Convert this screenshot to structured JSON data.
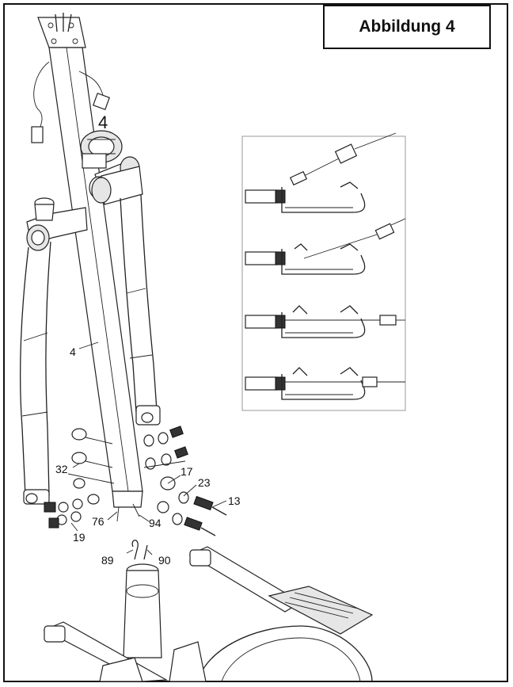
{
  "figure_title": "Abbildung 4",
  "callouts": {
    "top_number": "4",
    "column_number": "4",
    "n32": "32",
    "n17": "17",
    "n23": "23",
    "n13": "13",
    "n76": "76",
    "n94": "94",
    "n19": "19",
    "n89": "89",
    "n90": "90"
  }
}
